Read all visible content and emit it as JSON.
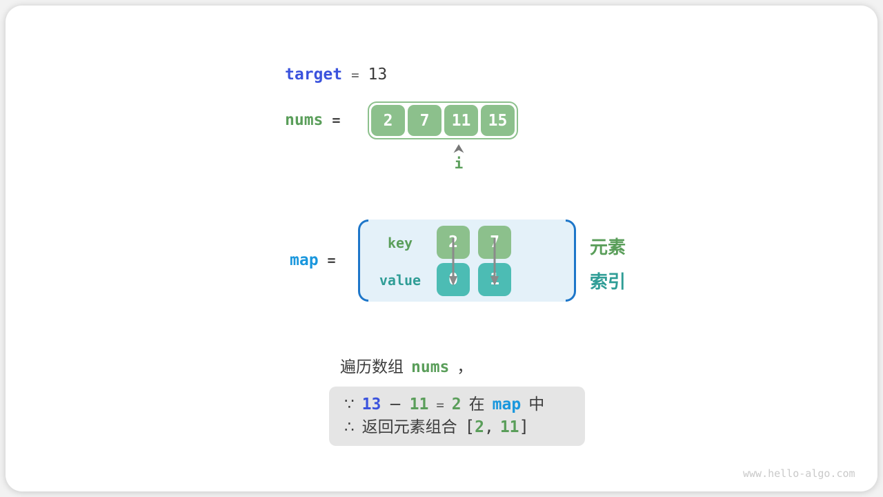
{
  "colors": {
    "green_box": "#8cc08c",
    "teal_box": "#4cbcb4",
    "green_text": "#5a9e5a",
    "teal_text": "#2f9d96",
    "royal_blue": "#3b53dd",
    "azure_blue": "#1a97dd",
    "dark_text": "#3d3d3d",
    "map_fill": "#e4f1f9",
    "map_bracket": "#1d76c9",
    "proof_bg": "#e5e5e5",
    "arrow_gray": "#8a8a8a"
  },
  "target_line": {
    "label": "target",
    "equals": "=",
    "value": "13"
  },
  "nums": {
    "label": "nums",
    "equals": "=",
    "cells": [
      "2",
      "7",
      "11",
      "15"
    ],
    "pointer_label": "i"
  },
  "map": {
    "label": "map",
    "equals": "=",
    "key_label": "key",
    "value_label": "value",
    "keys": [
      "2",
      "7"
    ],
    "values": [
      "0",
      "1"
    ]
  },
  "side_labels": {
    "element": "元素",
    "index": "索引"
  },
  "caption": {
    "text": "遍历数组",
    "code": "nums",
    "comma": "，"
  },
  "proof": {
    "line1": {
      "because": "∵",
      "target": "13",
      "minus": "−",
      "num": "11",
      "equals": "=",
      "result": "2",
      "in": "在",
      "map": "map",
      "suffix": "中"
    },
    "line2": {
      "therefore": "∴",
      "text": "返回元素组合",
      "open": "[",
      "v1": "2",
      "sep": ",",
      "v2": "11",
      "close": "]"
    }
  },
  "watermark": "www.hello-algo.com"
}
